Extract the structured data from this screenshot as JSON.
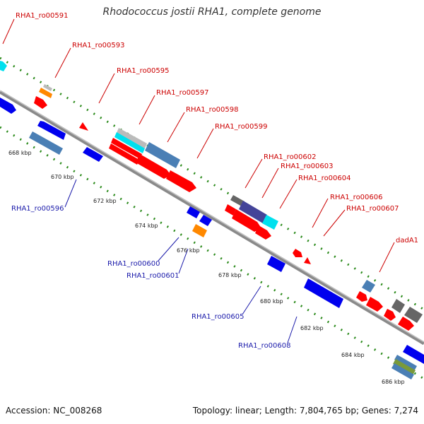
{
  "title": "Rhodococcus jostii RHA1, complete genome",
  "footer": {
    "accession": "Accession: NC_008268",
    "topology": "Topology: linear; Length: 7,804,765 bp; Genes: 7,274"
  },
  "colors": {
    "backbone": "#8a8a8a",
    "tick_outer": "#2a8a1a",
    "label_top": "#cc0000",
    "label_bottom": "#1a1aaa",
    "red": "#ff0000",
    "blue": "#0000ee",
    "steel": "#4a7fb5",
    "cyan": "#00e0ee",
    "orange": "#ff8800",
    "gray": "#666666",
    "silver": "#bbbbbb",
    "navy": "#444499",
    "olive": "#7a9a3a"
  },
  "scale_labels": [
    "668 kbp",
    "670 kbp",
    "672 kbp",
    "674 kbp",
    "676 kbp",
    "678 kbp",
    "680 kbp",
    "682 kbp",
    "684 kbp",
    "686 kbp"
  ],
  "top_labels": [
    "RHA1_ro00591",
    "RHA1_ro00593",
    "RHA1_ro00595",
    "RHA1_ro00597",
    "RHA1_ro00598",
    "RHA1_ro00599",
    "RHA1_ro00602",
    "RHA1_ro00603",
    "RHA1_ro00604",
    "RHA1_ro00606",
    "RHA1_ro00607",
    "dadA1"
  ],
  "bottom_labels": [
    "RHA1_ro00596",
    "RHA1_ro00600",
    "RHA1_ro00601",
    "RHA1_ro00605",
    "RHA1_ro00608"
  ]
}
